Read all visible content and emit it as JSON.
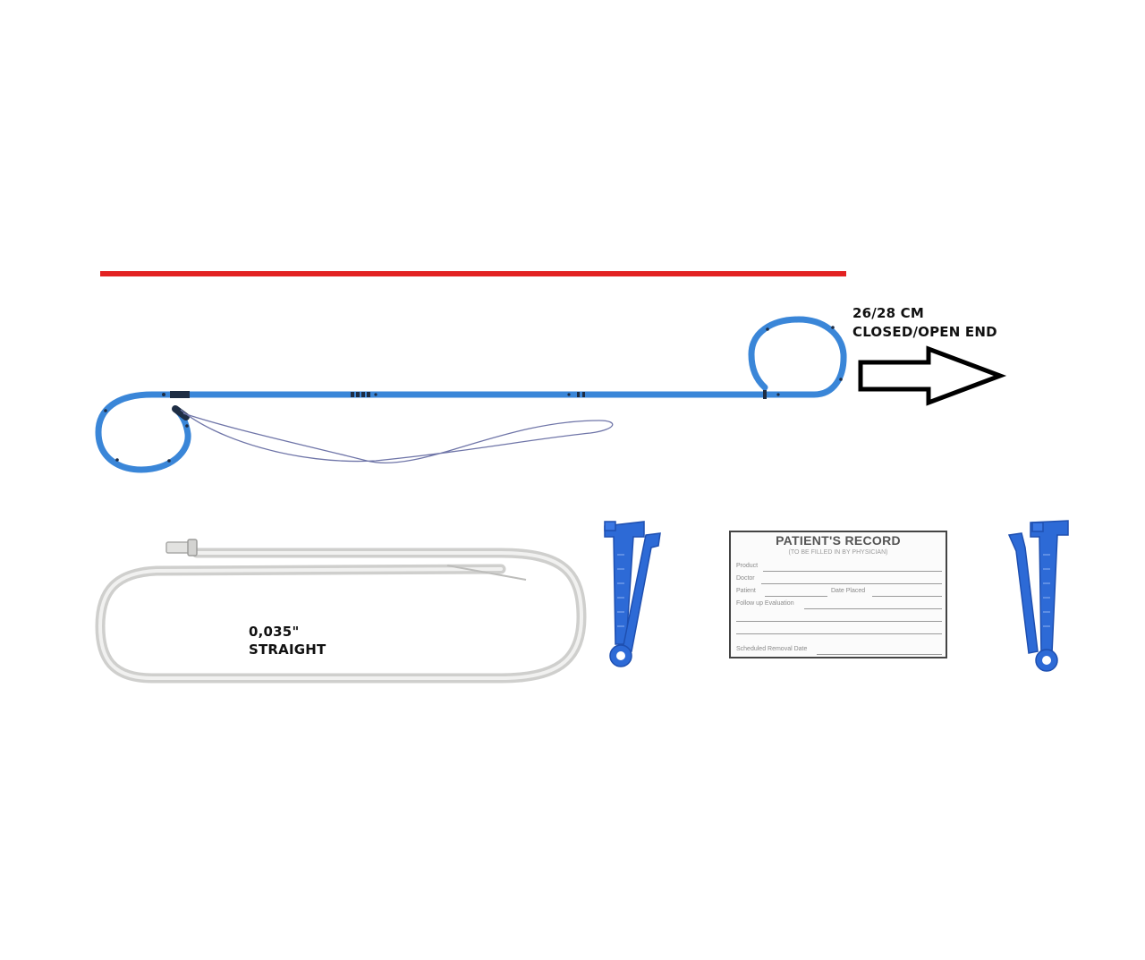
{
  "stent": {
    "length_label": "26/28 CM",
    "end_label": "CLOSED/OPEN END",
    "color": "#3a86d8",
    "marker_color": "#1e2d44"
  },
  "length_bar": {
    "color": "#e32222"
  },
  "guidewire": {
    "size_label": "0,035\"",
    "type_label": "STRAIGHT",
    "color": "#d6d6d4"
  },
  "clamp": {
    "color": "#2d6ad6",
    "count": 2
  },
  "record_card": {
    "title": "PATIENT'S RECORD",
    "subtitle": "(TO BE FILLED IN BY PHYSICIAN)",
    "fields": {
      "product": "Product",
      "doctor": "Doctor",
      "patient": "Patient",
      "date_placed": "Date Placed",
      "follow_up": "Follow up Evaluation",
      "removal": "Scheduled Removal Date"
    }
  }
}
